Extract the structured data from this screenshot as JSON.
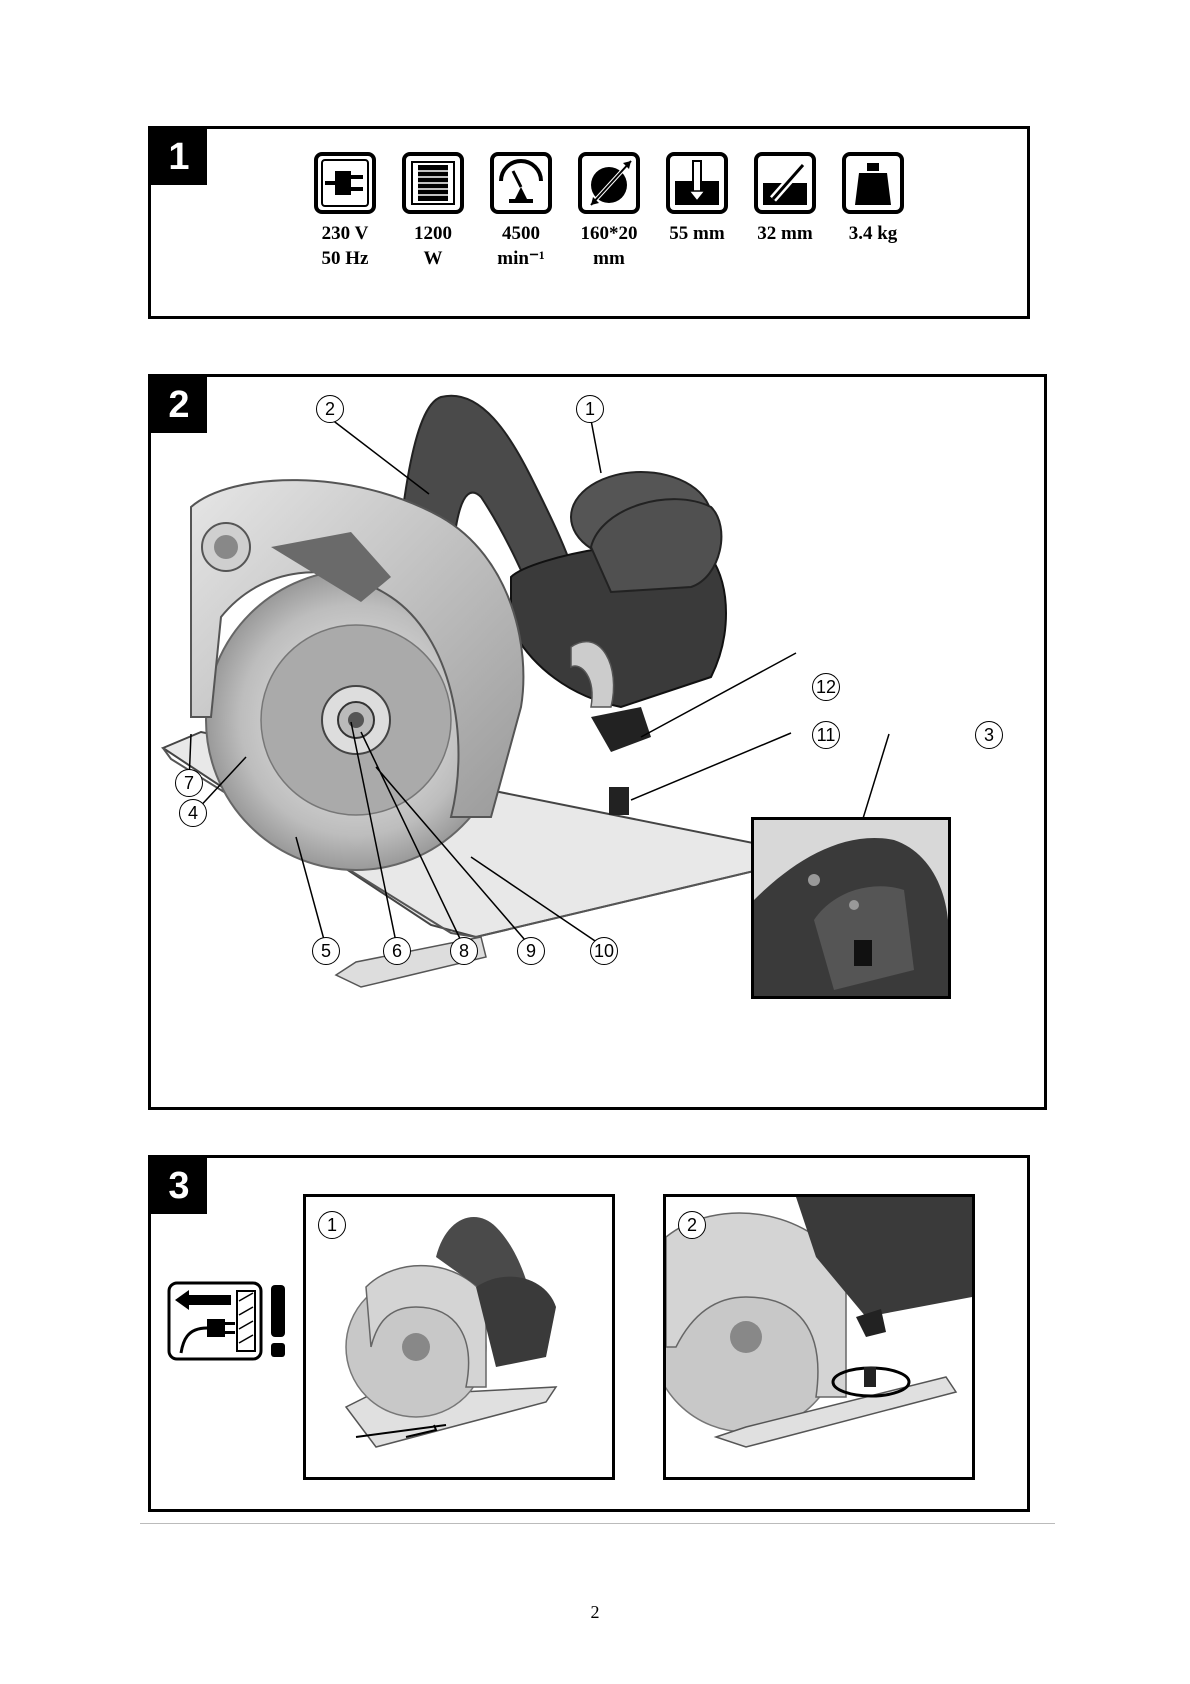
{
  "panel1": {
    "badge": "1",
    "specs": [
      {
        "icon": "plug-icon",
        "line1": "230 V",
        "line2": "50 Hz"
      },
      {
        "icon": "motor-power-icon",
        "line1": "1200",
        "line2": "W"
      },
      {
        "icon": "speed-gauge-icon",
        "line1": "4500",
        "line2": "min⁻¹"
      },
      {
        "icon": "blade-diameter-icon",
        "line1": "160*20",
        "line2": "mm"
      },
      {
        "icon": "cut-depth-90-icon",
        "line1": "55 mm",
        "line2": ""
      },
      {
        "icon": "cut-depth-45-icon",
        "line1": "32 mm",
        "line2": ""
      },
      {
        "icon": "weight-icon",
        "line1": "3.4 kg",
        "line2": ""
      }
    ]
  },
  "panel2": {
    "badge": "2",
    "callouts": [
      "1",
      "2",
      "3",
      "4",
      "5",
      "6",
      "7",
      "8",
      "9",
      "10",
      "11",
      "12"
    ]
  },
  "panel3": {
    "badge": "3",
    "steps": [
      "1",
      "2"
    ]
  },
  "page_number": "2"
}
